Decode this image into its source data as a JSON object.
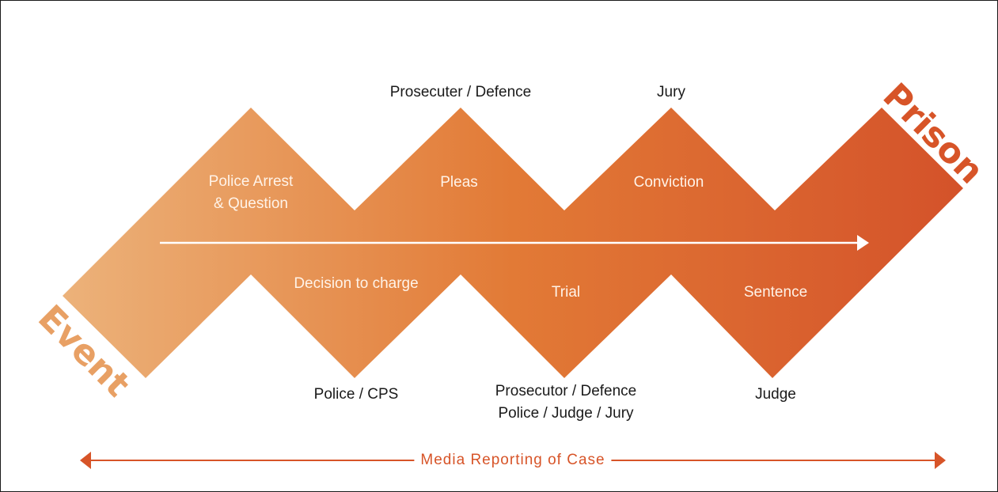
{
  "colors": {
    "gradient_start": "#ecb27a",
    "gradient_mid": "#e27a36",
    "gradient_end": "#d4522a",
    "event_text": "#e8a064",
    "prison_text": "#d75428",
    "media_line": "#d75428"
  },
  "endpoints": {
    "start": "Event",
    "end": "Prison"
  },
  "stages": [
    {
      "label_line1": "Police Arrest",
      "label_line2": "& Question",
      "actor_line1": "",
      "actor_line2": ""
    },
    {
      "label_line1": "Decision to charge",
      "label_line2": "",
      "actor_line1": "Police / CPS",
      "actor_line2": ""
    },
    {
      "label_line1": "Pleas",
      "label_line2": "",
      "actor_line1": "Prosecuter / Defence",
      "actor_line2": ""
    },
    {
      "label_line1": "Trial",
      "label_line2": "",
      "actor_line1": "Prosecutor / Defence",
      "actor_line2": "Police / Judge / Jury"
    },
    {
      "label_line1": "Conviction",
      "label_line2": "",
      "actor_line1": "Jury",
      "actor_line2": ""
    },
    {
      "label_line1": "Sentence",
      "label_line2": "",
      "actor_line1": "Judge",
      "actor_line2": ""
    }
  ],
  "media": {
    "label": "Media Reporting of Case"
  }
}
